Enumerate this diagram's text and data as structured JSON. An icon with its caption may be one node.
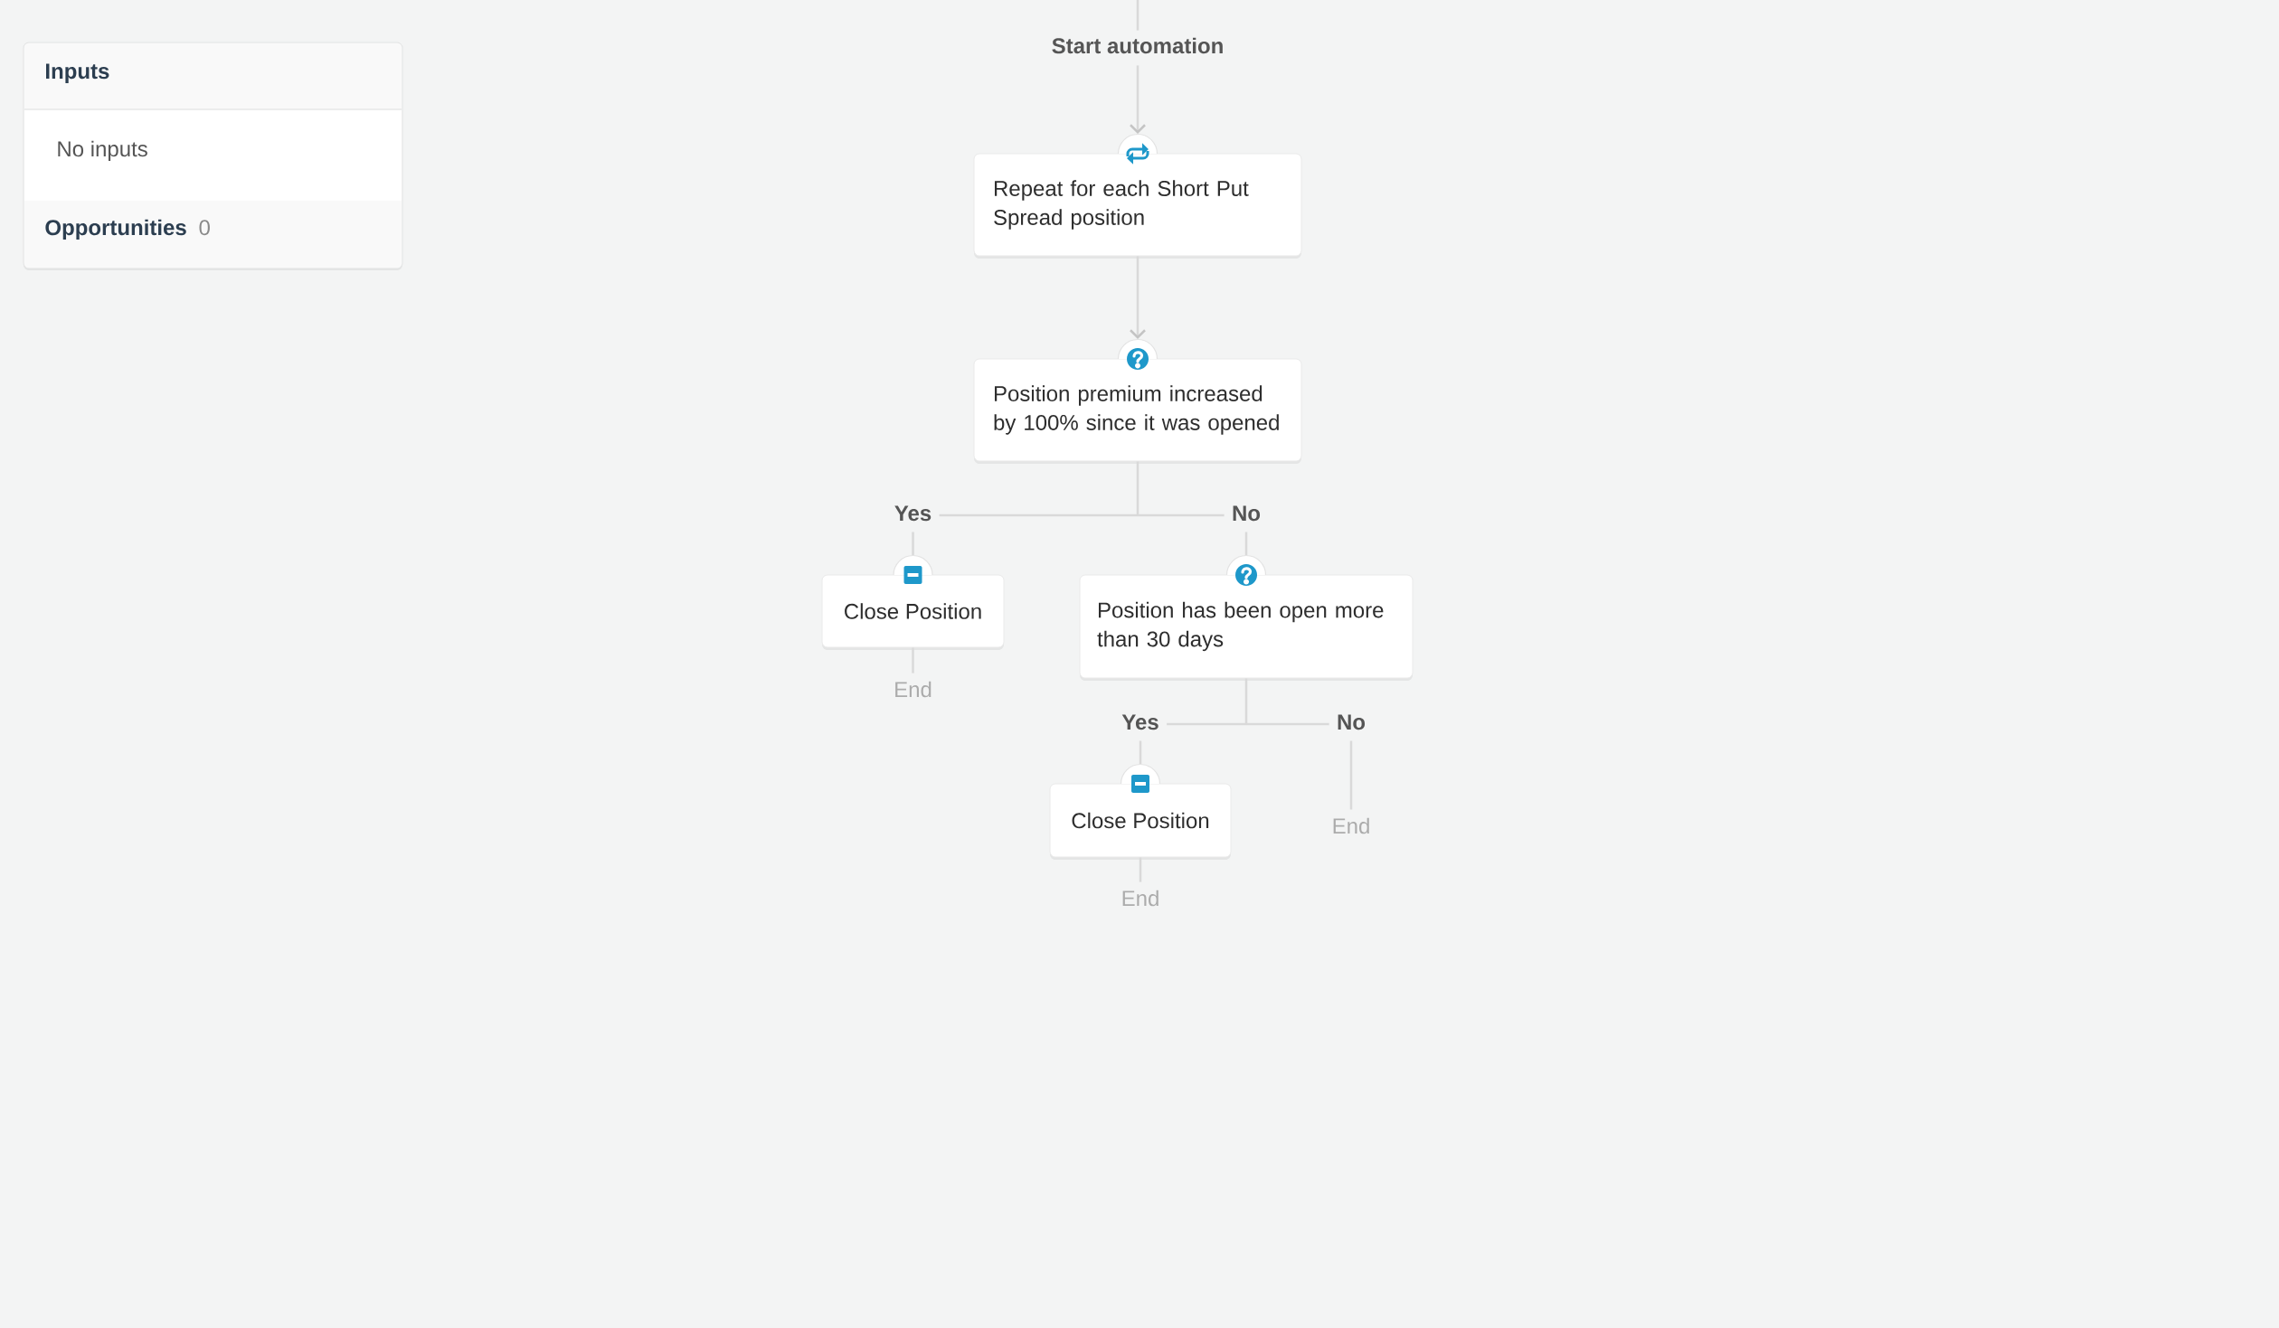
{
  "diagram": {
    "nodes": [
      {
        "text": [
          "Inputs",
          "No inputs",
          "Opportunities",
          "0"
        ]
      },
      {
        "text": [
          "Start automation"
        ]
      },
      {
        "text": [
          "Repeat for each Short Put Spread position"
        ]
      },
      {
        "text": [
          "Position premium increased by 100% since it was opened"
        ]
      },
      {
        "text": [
          "Close Position"
        ]
      },
      {
        "text": [
          "End"
        ]
      },
      {
        "text": [
          "Position has been open more than 30 days"
        ]
      },
      {
        "text": [
          "Close Position"
        ]
      },
      {
        "text": [
          "End"
        ]
      },
      {
        "text": [
          "End"
        ]
      }
    ],
    "edges": [
      {
        "from": null,
        "to": 1,
        "arrow": "none"
      },
      {
        "from": 1,
        "to": 2,
        "arrow": "to"
      },
      {
        "from": 2,
        "to": 3,
        "arrow": "to"
      },
      {
        "from": 3,
        "to": 4,
        "arrow": "none",
        "label": "Yes"
      },
      {
        "from": 3,
        "to": 6,
        "arrow": "none",
        "label": "No"
      },
      {
        "from": 4,
        "to": 5,
        "arrow": "none"
      },
      {
        "from": 6,
        "to": 7,
        "arrow": "none",
        "label": "Yes"
      },
      {
        "from": 6,
        "to": 9,
        "arrow": "none",
        "label": "No"
      },
      {
        "from": 7,
        "to": 8,
        "arrow": "none"
      }
    ]
  }
}
